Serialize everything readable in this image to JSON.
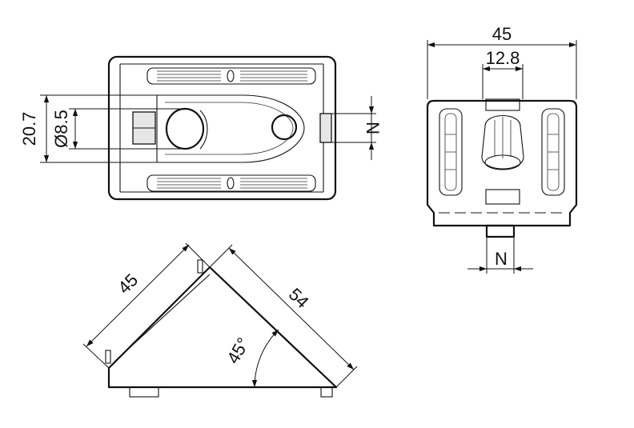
{
  "drawing": {
    "colors": {
      "line": "#111111",
      "background": "#ffffff",
      "shade": "#e6e6e6"
    },
    "top_view": {
      "dim_height": "20.7",
      "dim_bore": "Ø8.5",
      "dim_slot": "N"
    },
    "side_view": {
      "dim_width": "45",
      "dim_inner": "12.8",
      "dim_slot": "N"
    },
    "triangle_view": {
      "dim_leg": "45",
      "dim_hyp": "54",
      "dim_angle": "45°"
    }
  }
}
